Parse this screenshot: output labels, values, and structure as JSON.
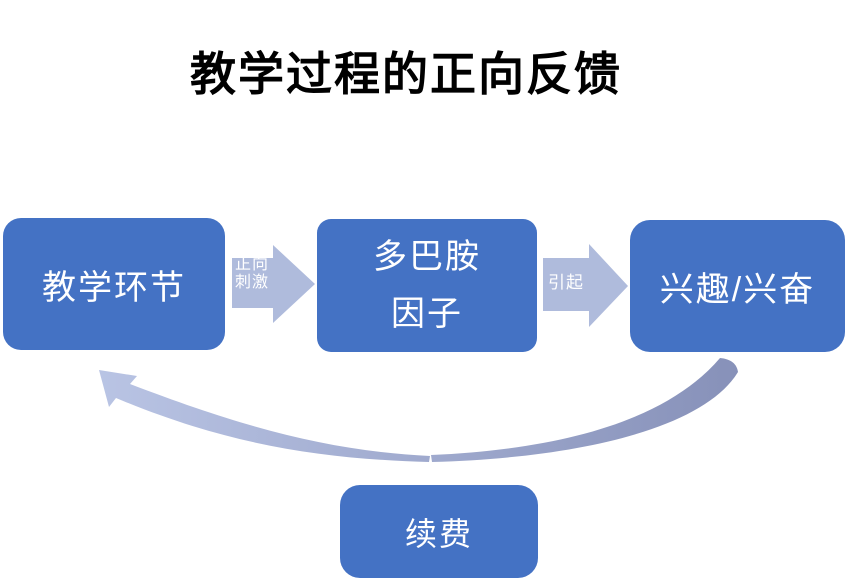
{
  "title": "教学过程的正向反馈",
  "nodes": {
    "teaching": {
      "label": "教学环节"
    },
    "dopamine": {
      "line1": "多巴胺",
      "line2": "因子"
    },
    "interest": {
      "label": "兴趣/兴奋"
    },
    "renewal": {
      "label": "续费"
    }
  },
  "connectors": {
    "stimulus": {
      "line1": "正向",
      "line2": "刺激"
    },
    "cause": {
      "label": "引起"
    }
  },
  "colors": {
    "background": "#FFFFFF",
    "title_text": "#000000",
    "node_fill": "#4472C4",
    "node_text": "#FFFFFF",
    "block_arrow_fill": "#AFBBDC",
    "block_arrow_text": "#FFFFFF",
    "feedback_arrow_dark_end": "#8791B9",
    "feedback_arrow_light_end": "#B9C4E4"
  }
}
